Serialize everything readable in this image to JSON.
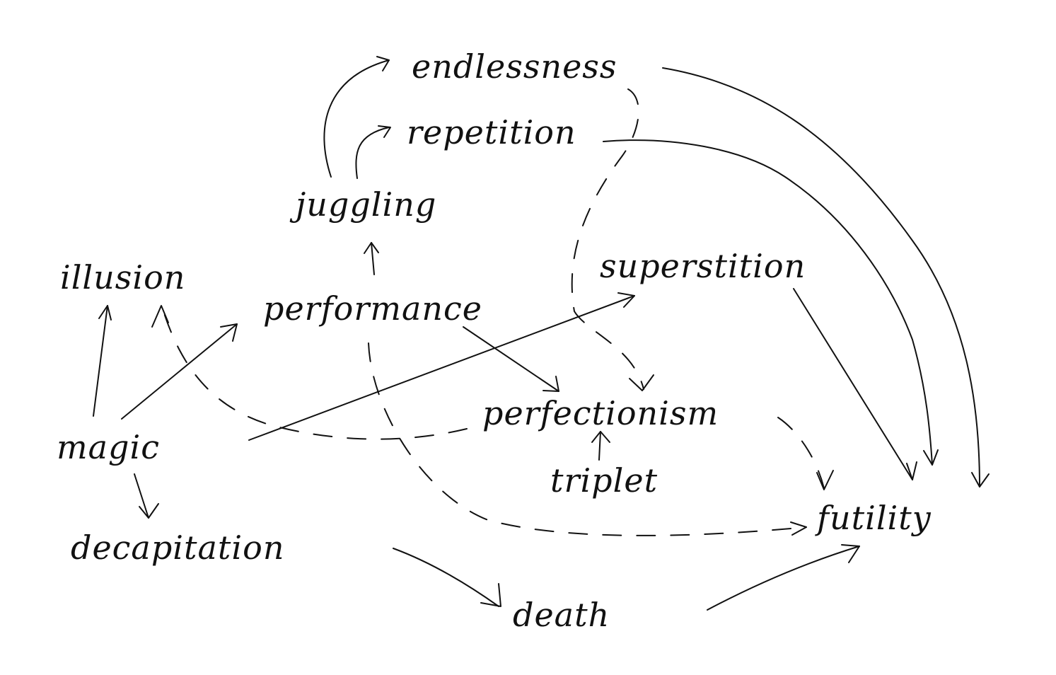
{
  "diagram": {
    "nodes": [
      {
        "id": "endlessness",
        "label": "endlessness"
      },
      {
        "id": "repetition",
        "label": "repetition"
      },
      {
        "id": "juggling",
        "label": "juggling"
      },
      {
        "id": "illusion",
        "label": "illusion"
      },
      {
        "id": "performance",
        "label": "performance"
      },
      {
        "id": "superstition",
        "label": "superstition"
      },
      {
        "id": "perfectionism",
        "label": "perfectionism"
      },
      {
        "id": "triplet",
        "label": "triplet"
      },
      {
        "id": "magic",
        "label": "magic"
      },
      {
        "id": "decapitation",
        "label": "decapitation"
      },
      {
        "id": "futility",
        "label": "futility"
      },
      {
        "id": "death",
        "label": "death"
      }
    ],
    "edges": [
      {
        "from": "juggling",
        "to": "endlessness",
        "style": "solid"
      },
      {
        "from": "juggling",
        "to": "repetition",
        "style": "solid"
      },
      {
        "from": "performance",
        "to": "juggling",
        "style": "solid"
      },
      {
        "from": "magic",
        "to": "illusion",
        "style": "solid"
      },
      {
        "from": "magic",
        "to": "performance",
        "style": "solid"
      },
      {
        "from": "magic",
        "to": "superstition",
        "style": "solid"
      },
      {
        "from": "magic",
        "to": "decapitation",
        "style": "solid"
      },
      {
        "from": "performance",
        "to": "perfectionism",
        "style": "solid"
      },
      {
        "from": "triplet",
        "to": "perfectionism",
        "style": "solid"
      },
      {
        "from": "endlessness",
        "to": "futility",
        "style": "solid"
      },
      {
        "from": "repetition",
        "to": "futility",
        "style": "solid"
      },
      {
        "from": "superstition",
        "to": "futility",
        "style": "solid"
      },
      {
        "from": "decapitation",
        "to": "death",
        "style": "solid"
      },
      {
        "from": "death",
        "to": "futility",
        "style": "solid"
      },
      {
        "from": "endlessness",
        "to": "perfectionism",
        "style": "dashed"
      },
      {
        "from": "perfectionism",
        "to": "illusion",
        "style": "dashed"
      },
      {
        "from": "perfectionism",
        "to": "futility",
        "style": "dashed"
      },
      {
        "from": "performance",
        "to": "futility",
        "style": "dashed"
      }
    ]
  }
}
